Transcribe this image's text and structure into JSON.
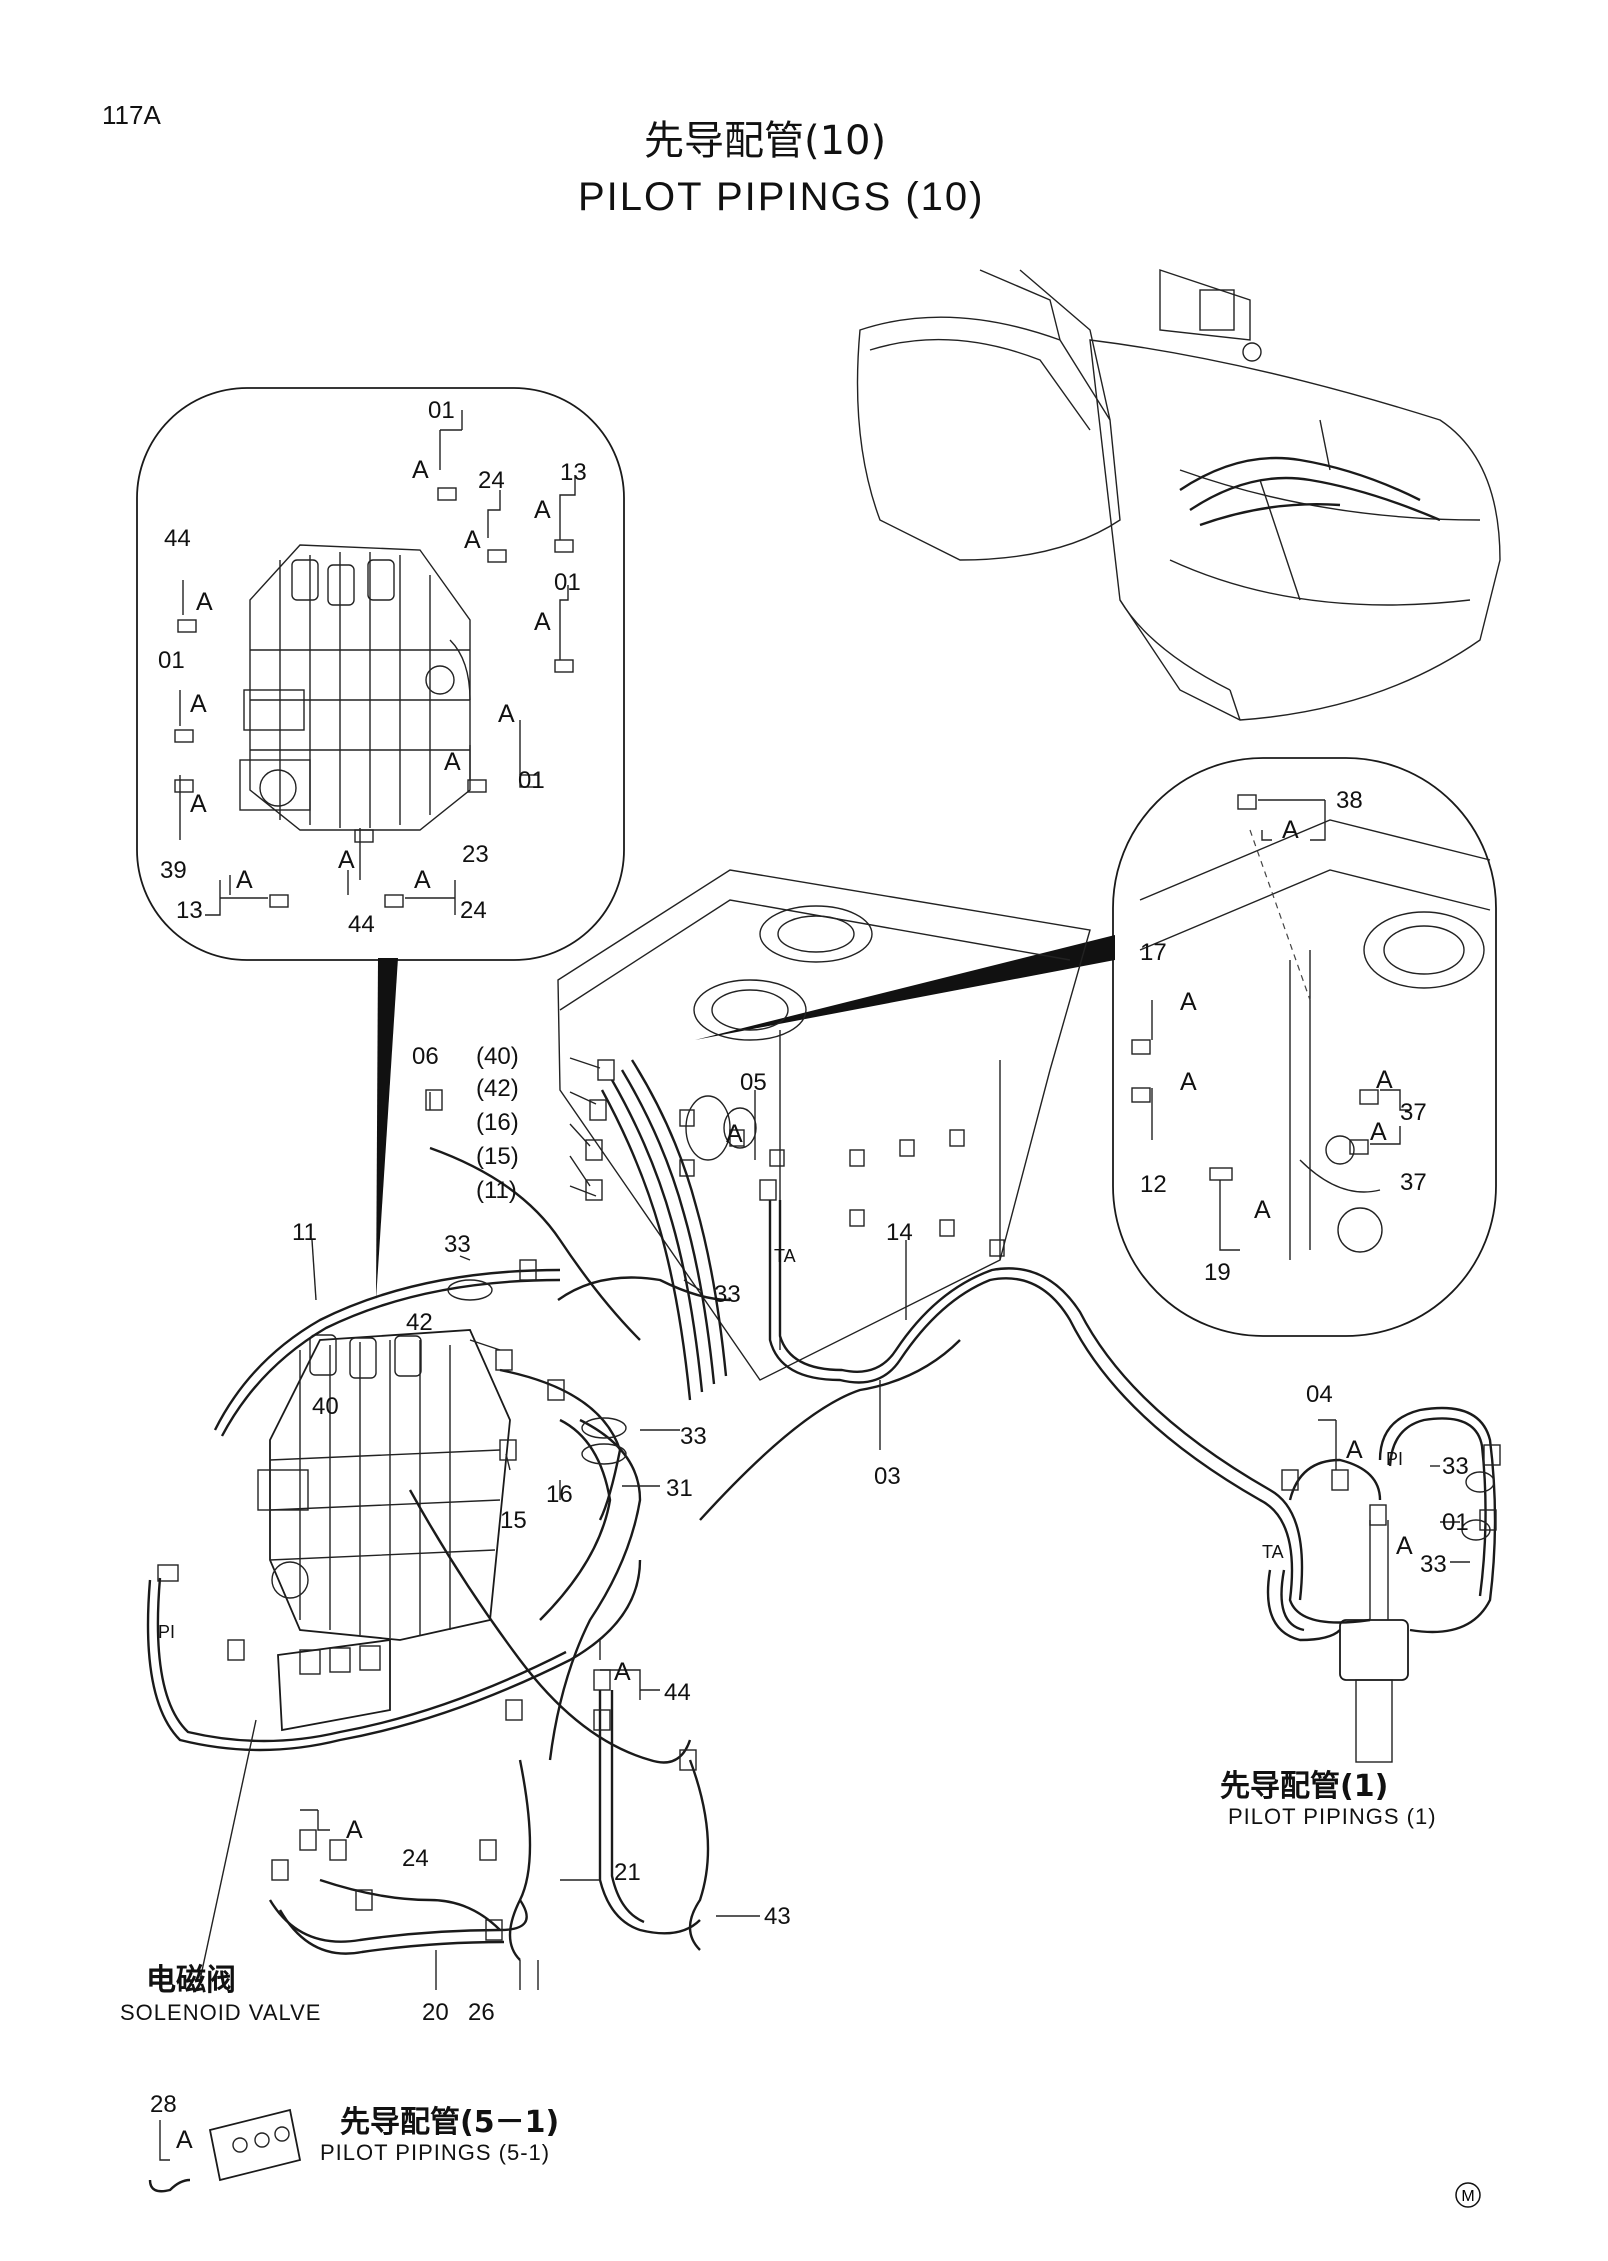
{
  "page": {
    "number": "117A",
    "mark": "M"
  },
  "title": {
    "cn": "先导配管(10)",
    "en": "PILOT  PIPINGS  (10)"
  },
  "refs": {
    "pilot1_cn": "先导配管(1)",
    "pilot1_en": "PILOT  PIPINGS  (1)",
    "pilot51_cn": "先导配管(5－1)",
    "pilot51_en": "PILOT  PIPINGS  (5-1)",
    "solenoid_cn": "电磁阀",
    "solenoid_en": "SOLENOID  VALVE"
  },
  "callouts": {
    "c01a": "01",
    "c24a": "24",
    "c13a": "13",
    "c44a": "44",
    "c01b": "01",
    "c01c": "01",
    "c01d": "01",
    "c39": "39",
    "c23": "23",
    "c13b": "13",
    "c44b": "44",
    "c24b": "24",
    "c38": "38",
    "c17": "17",
    "c37a": "37",
    "c12": "12",
    "c37b": "37",
    "c19": "19",
    "c40p": "(40)",
    "c42p": "(42)",
    "c16p": "(16)",
    "c15p": "(15)",
    "c11p": "(11)",
    "c06": "06",
    "c05": "05",
    "c14": "14",
    "c11": "11",
    "c33a": "33",
    "c33b": "33",
    "c42": "42",
    "c40": "40",
    "c33c": "33",
    "c03": "03",
    "c31": "31",
    "c16": "16",
    "c15": "15",
    "c04": "04",
    "c33d": "33",
    "c01e": "01",
    "c33e": "33",
    "c44c": "44",
    "c24c": "24",
    "c21": "21",
    "c43": "43",
    "c20": "20",
    "c26": "26",
    "c28": "28"
  },
  "marks": {
    "A": "A",
    "PI": "PI",
    "TA": "TA"
  }
}
